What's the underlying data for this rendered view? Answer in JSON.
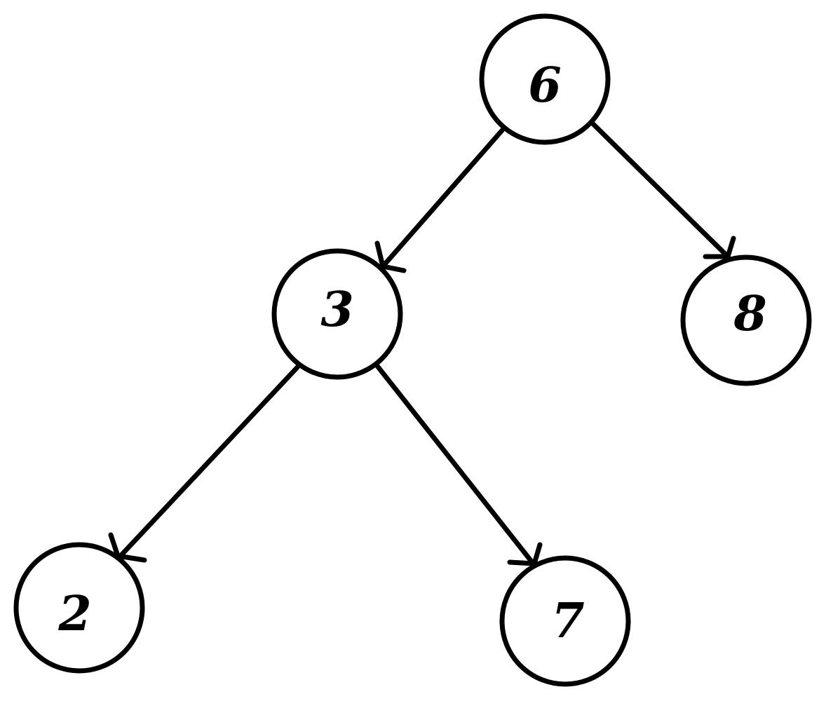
{
  "diagram": {
    "type": "binary-tree",
    "stroke_color": "#000000",
    "background": "#ffffff",
    "nodes": [
      {
        "id": "n6",
        "label": "6"
      },
      {
        "id": "n3",
        "label": "3"
      },
      {
        "id": "n8",
        "label": "8"
      },
      {
        "id": "n2",
        "label": "2"
      },
      {
        "id": "n7",
        "label": "7"
      }
    ],
    "edges": [
      {
        "from": "n6",
        "to": "n3"
      },
      {
        "from": "n6",
        "to": "n8"
      },
      {
        "from": "n3",
        "to": "n2"
      },
      {
        "from": "n3",
        "to": "n7"
      }
    ]
  }
}
